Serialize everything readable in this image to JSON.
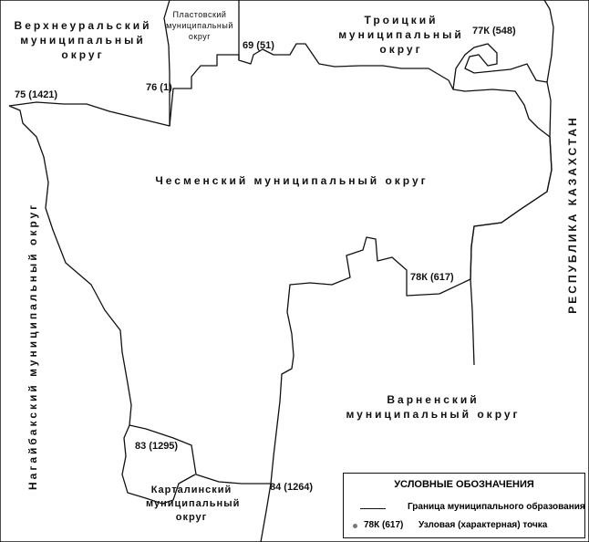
{
  "regions": {
    "verkhneuralsky": [
      "Верхнеуральский",
      "муниципальный",
      "округ"
    ],
    "plastovsky": [
      "Пластовский",
      "муниципальный",
      "округ"
    ],
    "troitsky": [
      "Троицкий",
      "муниципальный",
      "округ"
    ],
    "chesmensky": "Чесменский муниципальный округ",
    "varnensky": [
      "Варненский",
      "муниципальный округ"
    ],
    "kartalinsky": [
      "Карталинский",
      "муниципальный",
      "округ"
    ],
    "nagaybaksky": "Нагайбакский муниципальный округ",
    "kazakhstan": "РЕСПУБЛИКА КАЗАХСТАН"
  },
  "points": {
    "p75": "75 (1421)",
    "p76": "76 (1)",
    "p69": "69 (51)",
    "p77k": "77К (548)",
    "p78k": "78К (617)",
    "p83": "83 (1295)",
    "p84": "84 (1264)"
  },
  "legend": {
    "title": "УСЛОВНЫЕ ОБОЗНАЧЕНИЯ",
    "boundary": "Граница муниципального образования",
    "point_code": "78К (617)",
    "point_desc": "Узловая (характерная) точка"
  },
  "colors": {
    "line": "#111111",
    "point_marker": "#777777",
    "background": "#ffffff"
  }
}
